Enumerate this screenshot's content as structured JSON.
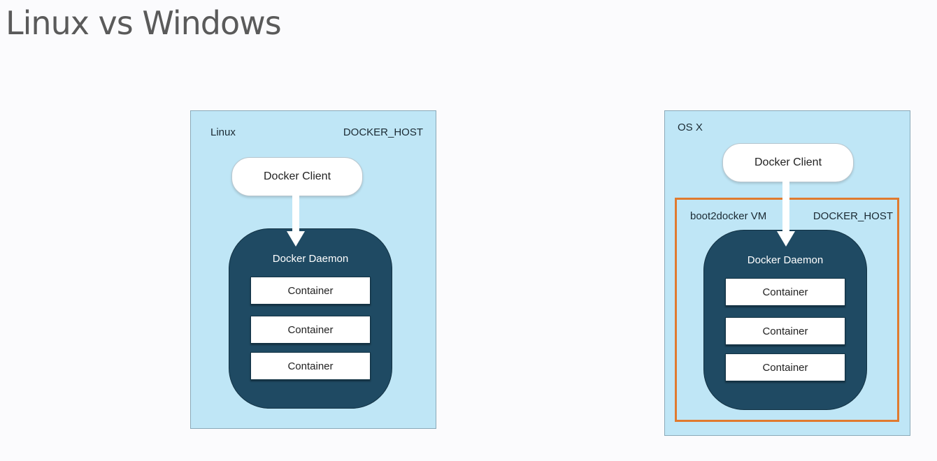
{
  "title": "Linux vs Windows",
  "linux_diagram": {
    "host_label": "Linux",
    "docker_host_label": "DOCKER_HOST",
    "client_label": "Docker Client",
    "daemon_label": "Docker Daemon",
    "containers": [
      "Container",
      "Container",
      "Container"
    ]
  },
  "osx_diagram": {
    "host_label": "OS X",
    "client_label": "Docker Client",
    "vm_label": "boot2docker VM",
    "docker_host_label": "DOCKER_HOST",
    "daemon_label": "Docker Daemon",
    "containers": [
      "Container",
      "Container",
      "Container"
    ]
  },
  "colors": {
    "host_fill": "#bfe6f6",
    "daemon_fill": "#1f4a63",
    "vm_border": "#e07a2f"
  }
}
